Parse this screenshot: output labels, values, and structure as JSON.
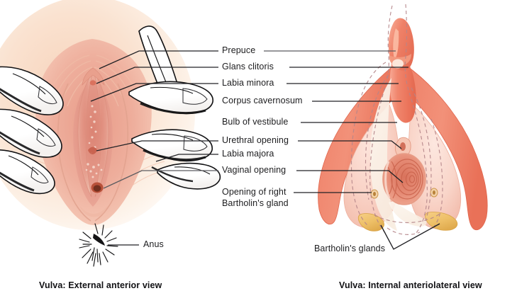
{
  "figure": {
    "title": "Vulva anatomy: external and internal views",
    "background_color": "#ffffff",
    "left_panel": {
      "caption": "Vulva: External anterior view",
      "view": "external-anterior",
      "description": "External vulva spread by two gloved hands",
      "skin_tone": "#f3c3ad",
      "mucosa_color": "#e79a8b",
      "anus_label": "Anus"
    },
    "right_panel": {
      "caption": "Vulva: Internal anteriolateral view",
      "view": "internal-anteriolateral",
      "description": "Internal clitoral complex with crura, vestibular bulbs and Bartholin's glands",
      "erectile_color": "#ef7f66",
      "bulb_color": "#f8d2c8",
      "gland_color": "#f0c069",
      "dash_color": "#b98b8b",
      "glands_label": "Bartholin's glands"
    },
    "labels": [
      {
        "id": "prepuce",
        "text": "Prepuce"
      },
      {
        "id": "glans-clitoris",
        "text": "Glans clitoris"
      },
      {
        "id": "labia-minora",
        "text": "Labia minora"
      },
      {
        "id": "corpus-cavernosum",
        "text": "Corpus cavernosum"
      },
      {
        "id": "bulb-of-vestibule",
        "text": "Bulb of vestibule"
      },
      {
        "id": "urethral-opening",
        "text": "Urethral opening"
      },
      {
        "id": "labia-majora",
        "text": "Labia majora"
      },
      {
        "id": "vaginal-opening",
        "text": "Vaginal opening"
      },
      {
        "id": "bartholin-opening-line1",
        "text": "Opening of right"
      },
      {
        "id": "bartholin-opening-line2",
        "text": "Bartholin's gland"
      }
    ],
    "leader_line_color": "#222226"
  }
}
